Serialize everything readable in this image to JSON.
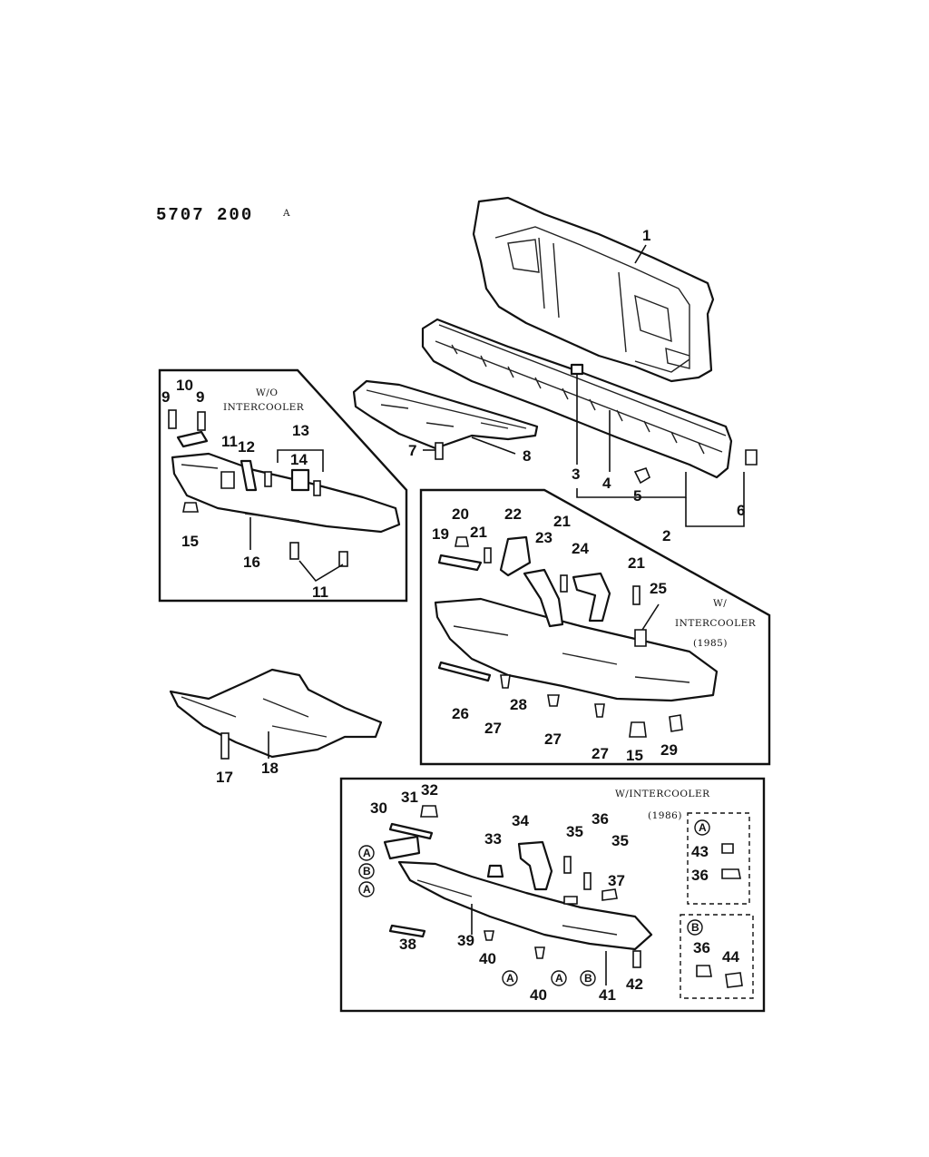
{
  "header": {
    "code": "5707  200",
    "mark": "A"
  },
  "boxes": {
    "wo": {
      "label1": "W/O",
      "label2": "INTERCOOLER"
    },
    "w1985": {
      "label1": "W/",
      "label2": "INTERCOOLER",
      "label3": "(1985)"
    },
    "w1986": {
      "label1": "W/INTERCOOLER",
      "label2": "(1986)"
    }
  },
  "inset_a": {
    "letter": "A",
    "items": [
      "43",
      "36"
    ]
  },
  "inset_b": {
    "letter": "B",
    "items": [
      "36",
      "44"
    ]
  },
  "callouts": {
    "c1": "1",
    "c2": "2",
    "c3": "3",
    "c4": "4",
    "c5": "5",
    "c6": "6",
    "c7": "7",
    "c8": "8",
    "c9a": "9",
    "c10": "10",
    "c9b": "9",
    "c11a": "11",
    "c12": "12",
    "c13": "13",
    "c14": "14",
    "c15a": "15",
    "c16": "16",
    "c11b": "11",
    "c17": "17",
    "c18": "18",
    "c20": "20",
    "c22": "22",
    "c19": "19",
    "c21a": "21",
    "c21b": "21",
    "c23": "23",
    "c24": "24",
    "c21c": "21",
    "c25": "25",
    "c26": "26",
    "c28": "28",
    "c27a": "27",
    "c27b": "27",
    "c27c": "27",
    "c15b": "15",
    "c29": "29",
    "c31": "31",
    "c32": "32",
    "c30": "30",
    "c34": "34",
    "c36a": "36",
    "c33": "33",
    "c35a": "35",
    "c35b": "35",
    "c37": "37",
    "c38": "38",
    "c39": "39",
    "c40a": "40",
    "c40b": "40",
    "c41": "41",
    "c42": "42"
  },
  "circle_labels": {
    "a1": "A",
    "b1": "B",
    "a2": "A",
    "a3": "A",
    "a4": "A",
    "b2": "B"
  }
}
